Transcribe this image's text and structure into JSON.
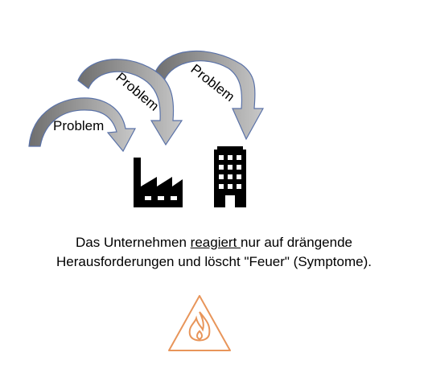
{
  "arrows": [
    {
      "label": "Problem"
    },
    {
      "label": "Problem"
    },
    {
      "label": "Problem"
    }
  ],
  "icons": {
    "factory": "factory-icon",
    "building": "office-building-icon",
    "fire_warning": "fire-warning-icon"
  },
  "caption": {
    "before": "Das Unternehmen ",
    "emphasis": "reagiert ",
    "after_line1": "nur auf drängende",
    "line2": "Herausforderungen und löscht \"Feuer\" (Symptome)."
  },
  "colors": {
    "arrow_fill": "#8f8f8f",
    "arrow_edge": "#5a72a8",
    "fire_icon": "#e8955a",
    "icon": "#000000"
  }
}
